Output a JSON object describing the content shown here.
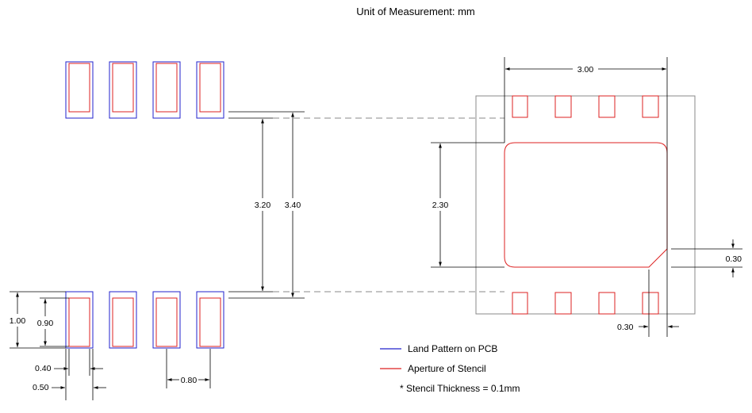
{
  "title": "Unit of Measurement: mm",
  "dimensions": {
    "pitch": "0.80",
    "pad_width_land": "0.50",
    "pad_width_stencil": "0.40",
    "pad_height_land": "1.00",
    "pad_height_stencil": "0.90",
    "inner_span": "3.20",
    "outer_span": "3.40",
    "body_width": "3.00",
    "epad_height": "2.30",
    "chamfer_v": "0.30",
    "chamfer_h": "0.30"
  },
  "legend": {
    "land_pattern": "Land Pattern on PCB",
    "aperture": "Aperture of Stencil",
    "note": "* Stencil Thickness = 0.1mm"
  },
  "colors": {
    "land": "#2222cc",
    "aperture": "#dd2222"
  }
}
